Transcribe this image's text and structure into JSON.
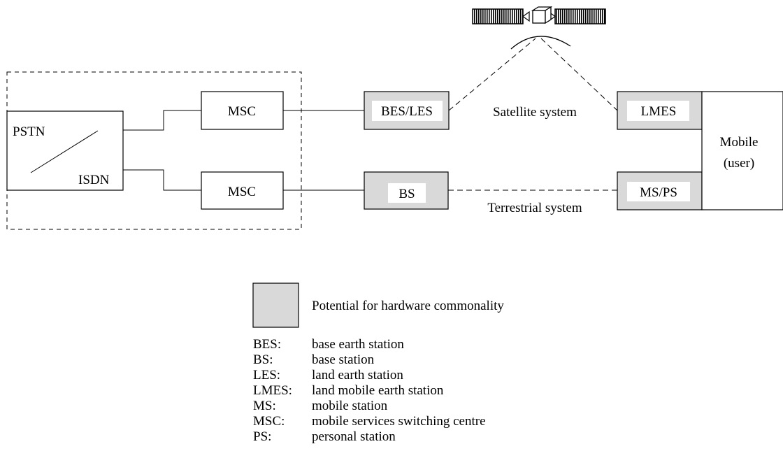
{
  "nodes": {
    "pstn": "PSTN",
    "isdn": "ISDN",
    "msc_top": "MSC",
    "msc_bottom": "MSC",
    "bes_les": "BES/LES",
    "bs": "BS",
    "lmes": "LMES",
    "ms_ps": "MS/PS",
    "mobile_line1": "Mobile",
    "mobile_line2": "(user)"
  },
  "links": {
    "satellite": "Satellite system",
    "terrestrial": "Terrestrial system"
  },
  "legend": {
    "shaded_label": "Potential for hardware commonality",
    "shaded_color": "#d9d9d9",
    "abbreviations": [
      {
        "abbr": "BES:",
        "meaning": "base earth station"
      },
      {
        "abbr": "BS:",
        "meaning": "base station"
      },
      {
        "abbr": "LES:",
        "meaning": "land earth station"
      },
      {
        "abbr": "LMES:",
        "meaning": "land mobile earth station"
      },
      {
        "abbr": "MS:",
        "meaning": "mobile station"
      },
      {
        "abbr": "MSC:",
        "meaning": "mobile services switching centre"
      },
      {
        "abbr": "PS:",
        "meaning": "personal station"
      }
    ]
  }
}
